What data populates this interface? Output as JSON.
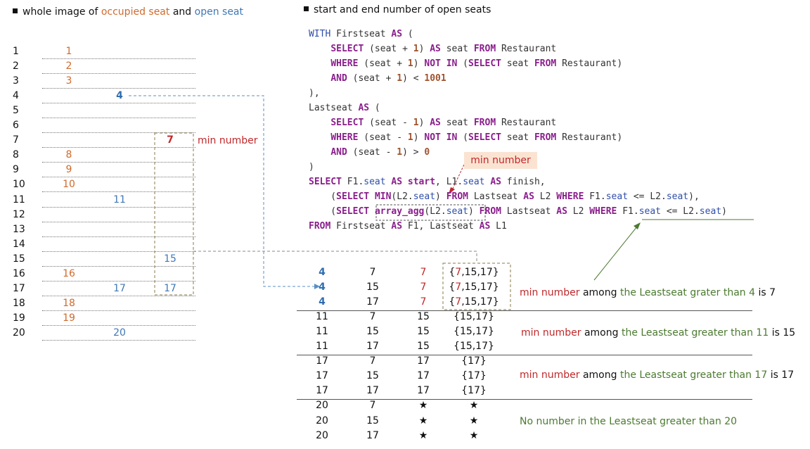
{
  "left": {
    "title_pre": "whole image of ",
    "title_occupied": "occupied seat",
    "title_and": " and ",
    "title_open": "open seat",
    "rows": [
      "1",
      "2",
      "3",
      "4",
      "5",
      "6",
      "7",
      "8",
      "9",
      "10",
      "11",
      "12",
      "13",
      "14",
      "15",
      "16",
      "17",
      "18",
      "19",
      "20"
    ],
    "occupied": [
      {
        "row": 1,
        "v": "1"
      },
      {
        "row": 2,
        "v": "2"
      },
      {
        "row": 3,
        "v": "3"
      },
      {
        "row": 8,
        "v": "8"
      },
      {
        "row": 9,
        "v": "9"
      },
      {
        "row": 10,
        "v": "10"
      },
      {
        "row": 16,
        "v": "16"
      },
      {
        "row": 18,
        "v": "18"
      },
      {
        "row": 19,
        "v": "19"
      }
    ],
    "first_seats": [
      {
        "row": 4,
        "v": "4"
      },
      {
        "row": 11,
        "v": "11"
      },
      {
        "row": 17,
        "v": "17"
      },
      {
        "row": 20,
        "v": "20"
      }
    ],
    "last_seats": [
      {
        "row": 7,
        "v": "7"
      },
      {
        "row": 15,
        "v": "15"
      },
      {
        "row": 17,
        "v": "17"
      }
    ],
    "min_label": "min number"
  },
  "right": {
    "title": "start and end number of open seats",
    "min_label": "min number"
  },
  "results": [
    [
      "4",
      "7",
      "7",
      "{7,15,17}"
    ],
    [
      "4",
      "15",
      "7",
      "{7,15,17}"
    ],
    [
      "4",
      "17",
      "7",
      "{7,15,17}"
    ],
    [
      "11",
      "7",
      "15",
      "{15,17}"
    ],
    [
      "11",
      "15",
      "15",
      "{15,17}"
    ],
    [
      "11",
      "17",
      "15",
      "{15,17}"
    ],
    [
      "17",
      "7",
      "17",
      "{17}"
    ],
    [
      "17",
      "15",
      "17",
      "{17}"
    ],
    [
      "17",
      "17",
      "17",
      "{17}"
    ],
    [
      "20",
      "7",
      "★",
      "★"
    ],
    [
      "20",
      "15",
      "★",
      "★"
    ],
    [
      "20",
      "17",
      "★",
      "★"
    ]
  ],
  "notes": [
    {
      "red": "min number",
      "mid": " among ",
      "green": "the Leastseat grater than 4",
      "tail": " is 7"
    },
    {
      "red": "min number",
      "mid": " among ",
      "green": "the Leastseat greater than 11",
      "tail": " is 15"
    },
    {
      "red": "min number",
      "mid": " among ",
      "green": "the Leastseat greater than 17",
      "tail": " is 17"
    },
    {
      "red": "",
      "mid": "",
      "green": "No number in the Leastseat greater than 20",
      "tail": ""
    }
  ],
  "colors": {
    "occupied": "#d06a2c",
    "open": "#3f78b5",
    "red": "#c0282a",
    "green": "#4b7a30"
  }
}
